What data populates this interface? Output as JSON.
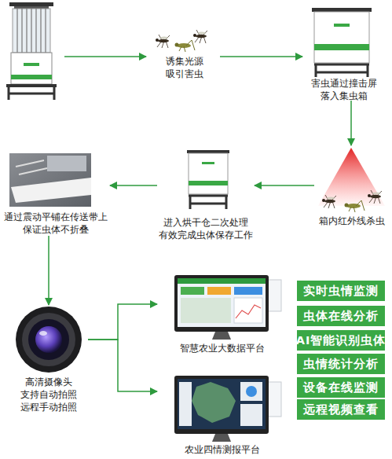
{
  "diagram": {
    "nodes": [
      {
        "text": [
          "诱集光源 吸引害虫"
        ]
      },
      {
        "text": [
          "害虫通过撞击屏 落入集虫箱"
        ]
      },
      {
        "text": [
          "箱内红外线杀虫"
        ]
      },
      {
        "text": [
          "进入烘干仓二次处理 有效完成虫体保存工作"
        ]
      },
      {
        "text": [
          "通过震动平铺在传送带上 保证虫体不折叠"
        ]
      },
      {
        "text": [
          "高清摄像头 支持自动拍照 远程手动拍照"
        ]
      },
      {
        "text": [
          "智慧农业大数据平台"
        ]
      },
      {
        "text": [
          "农业四情测报平台"
        ]
      },
      {
        "text": [
          "实时虫情监测"
        ]
      },
      {
        "text": [
          "虫体在线分析"
        ]
      },
      {
        "text": [
          "AI智能识别虫体"
        ]
      },
      {
        "text": [
          "虫情统计分析"
        ]
      },
      {
        "text": [
          "设备在线监测"
        ]
      },
      {
        "text": [
          "远程视频查看"
        ]
      }
    ],
    "edges": [
      {
        "from": 0,
        "to": 1,
        "arrow": "to"
      },
      {
        "from": 1,
        "to": 2,
        "arrow": "to"
      },
      {
        "from": 2,
        "to": 3,
        "arrow": "to"
      },
      {
        "from": 3,
        "to": 4,
        "arrow": "to"
      },
      {
        "from": 4,
        "to": 5,
        "arrow": "to"
      },
      {
        "from": 5,
        "to": 6,
        "arrow": "to"
      },
      {
        "from": 5,
        "to": 7,
        "arrow": "to"
      }
    ]
  }
}
